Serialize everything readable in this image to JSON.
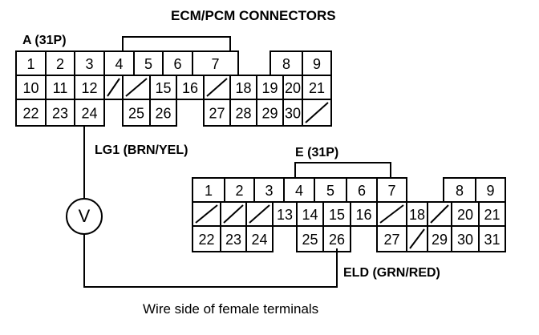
{
  "title": "ECM/PCM CONNECTORS",
  "caption": "Wire side of female terminals",
  "meter_symbol": "V",
  "connectors": {
    "a": {
      "name": "A (31P)",
      "wire_label": "LG1 (BRN/YEL)",
      "rows": [
        [
          "1",
          "2",
          "3",
          "4",
          "5",
          "6",
          "7",
          "",
          "8",
          "9"
        ],
        [
          "10",
          "11",
          "12",
          "/",
          "/",
          "15",
          "16",
          "/",
          "18",
          "19",
          "20",
          "21"
        ],
        [
          "22",
          "23",
          "24",
          "",
          "25",
          "26",
          "",
          "27",
          "28",
          "29",
          "30",
          "/"
        ]
      ]
    },
    "e": {
      "name": "E (31P)",
      "wire_label": "ELD (GRN/RED)",
      "rows": [
        [
          "1",
          "2",
          "3",
          "4",
          "5",
          "6",
          "7",
          "",
          "8",
          "9"
        ],
        [
          "/",
          "/",
          "/",
          "13",
          "14",
          "15",
          "16",
          "/",
          "18",
          "/",
          "20",
          "21"
        ],
        [
          "22",
          "23",
          "24",
          "",
          "25",
          "26",
          "",
          "27",
          "/",
          "29",
          "30",
          "31"
        ]
      ]
    }
  }
}
